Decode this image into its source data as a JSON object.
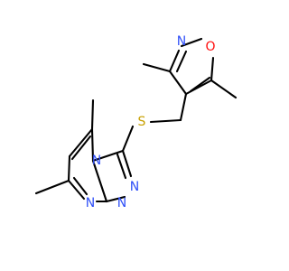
{
  "molecule": {
    "atoms": [
      {
        "id": "n_isox",
        "label": "N",
        "color": "#3050F8"
      },
      {
        "id": "o_isox",
        "label": "O",
        "color": "#FF0D0D"
      },
      {
        "id": "s_link",
        "label": "S",
        "color": "#C8A000"
      },
      {
        "id": "n_bridge",
        "label": "N",
        "color": "#3050F8"
      },
      {
        "id": "n_pyr",
        "label": "N",
        "color": "#3050F8"
      },
      {
        "id": "n_tri1",
        "label": "N",
        "color": "#3050F8"
      },
      {
        "id": "n_tri2",
        "label": "N",
        "color": "#3050F8"
      }
    ],
    "bond_color": "#000000"
  }
}
